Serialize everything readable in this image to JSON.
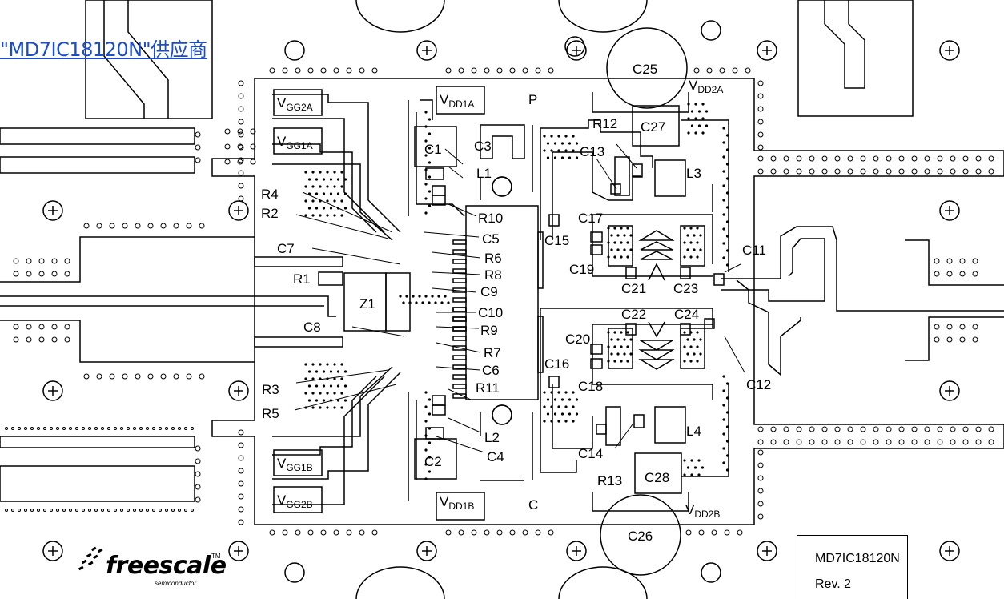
{
  "watermark_link": "\"MD7IC18120N\"供应商",
  "part_number": "MD7IC18120N",
  "revision": "Rev. 2",
  "brand": {
    "name": "freescale",
    "tm": "TM",
    "sub": "semiconductor"
  },
  "labels": {
    "P": "P",
    "C": "C",
    "C1": "C1",
    "C2": "C2",
    "C3": "C3",
    "C4": "C4",
    "C5": "C5",
    "C6": "C6",
    "C7": "C7",
    "C8": "C8",
    "C9": "C9",
    "C10": "C10",
    "C11": "C11",
    "C12": "C12",
    "C13": "C13",
    "C14": "C14",
    "C15": "C15",
    "C16": "C16",
    "C17": "C17",
    "C18": "C18",
    "C19": "C19",
    "C20": "C20",
    "C21": "C21",
    "C22": "C22",
    "C23": "C23",
    "C24": "C24",
    "C25": "C25",
    "C26": "C26",
    "C27": "C27",
    "C28": "C28",
    "R1": "R1",
    "R2": "R2",
    "R3": "R3",
    "R4": "R4",
    "R5": "R5",
    "R6": "R6",
    "R7": "R7",
    "R8": "R8",
    "R9": "R9",
    "R10": "R10",
    "R11": "R11",
    "R12": "R12",
    "R13": "R13",
    "L1": "L1",
    "L2": "L2",
    "L3": "L3",
    "L4": "L4",
    "Z1": "Z1"
  },
  "supply_labels": {
    "VGG2A": {
      "main": "V",
      "sub": "GG2A"
    },
    "VGG1A": {
      "main": "V",
      "sub": "GG1A"
    },
    "VGG1B": {
      "main": "V",
      "sub": "GG1B"
    },
    "VGG2B": {
      "main": "V",
      "sub": "GG2B"
    },
    "VDD1A": {
      "main": "V",
      "sub": "DD1A"
    },
    "VDD1B": {
      "main": "V",
      "sub": "DD1B"
    },
    "VDD2A": {
      "main": "V",
      "sub": "DD2A"
    },
    "VDD2B": {
      "main": "V",
      "sub": "DD2B"
    }
  }
}
